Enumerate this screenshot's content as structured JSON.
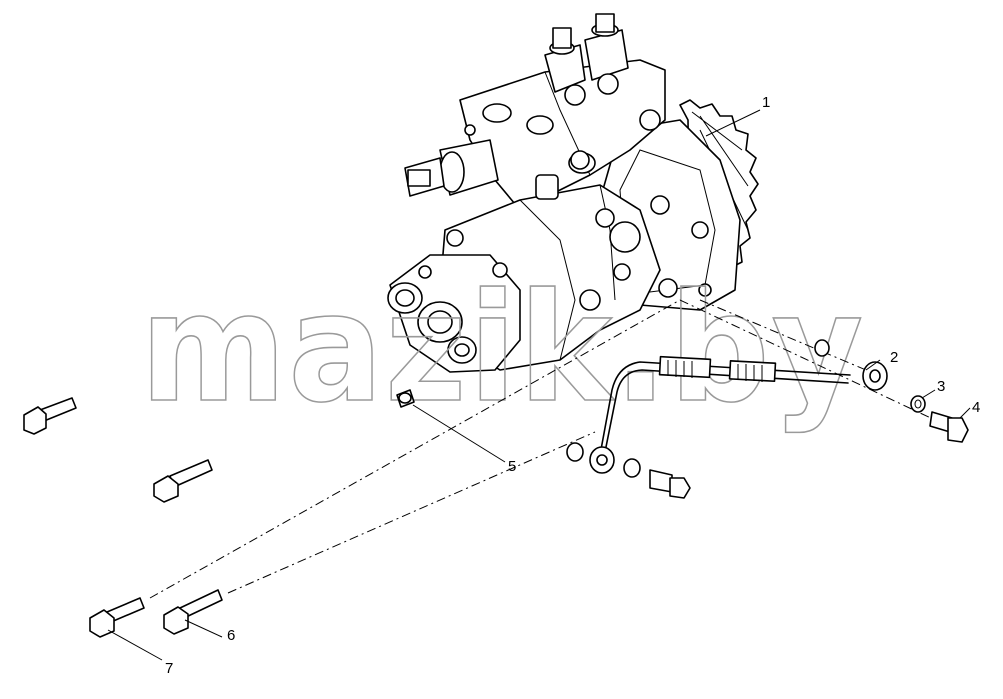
{
  "watermark": "mazik.by",
  "callouts": {
    "c1": "1",
    "c2": "2",
    "c3": "3",
    "c4": "4",
    "c5": "5",
    "c6": "6",
    "c7": "7"
  }
}
